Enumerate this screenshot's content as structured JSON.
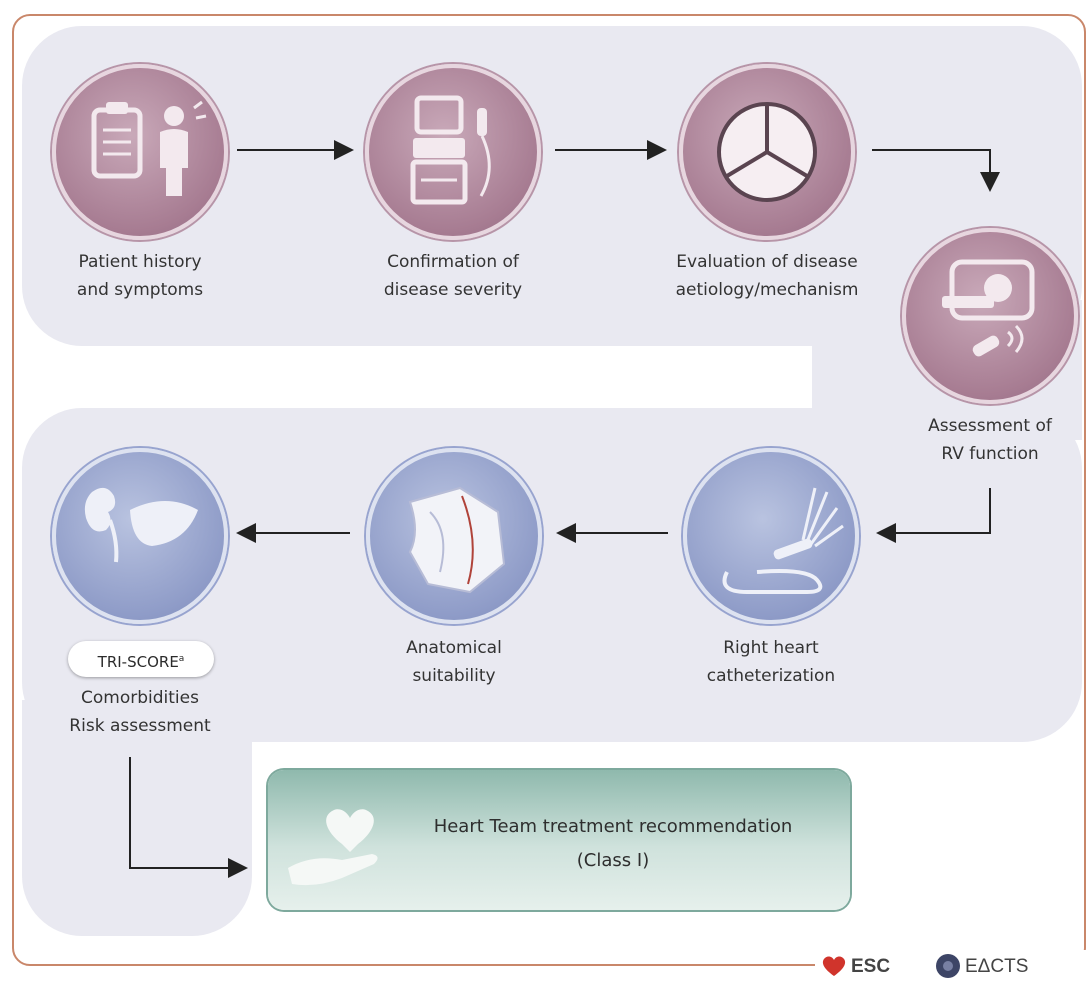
{
  "steps": {
    "history": {
      "line1": "Patient history",
      "line2": "and symptoms"
    },
    "severity": {
      "line1": "Confirmation of",
      "line2": "disease severity"
    },
    "aetiology": {
      "line1": "Evaluation of disease",
      "line2": "aetiology/mechanism"
    },
    "rv": {
      "line1": "Assessment of",
      "line2": "RV function"
    },
    "cath": {
      "line1": "Right heart",
      "line2": "catheterization"
    },
    "anatomy": {
      "line1": "Anatomical",
      "line2": "suitability"
    },
    "risk": {
      "pill": "TRI-SCORE",
      "pill_sup": "a",
      "line1": "Comorbidities",
      "line2": "Risk assessment"
    }
  },
  "recommendation": {
    "line1": "Heart Team treatment recommendation",
    "line2": "(Class I)"
  },
  "logos": {
    "esc": "ESC",
    "eacts": "EΔCTS"
  },
  "colors": {
    "frame": "#c9876a",
    "panel": "#e9e9f1",
    "top_circles": "#a77c92",
    "bottom_circles": "#8f9cc8",
    "recommendation": "#8fb9ad"
  }
}
